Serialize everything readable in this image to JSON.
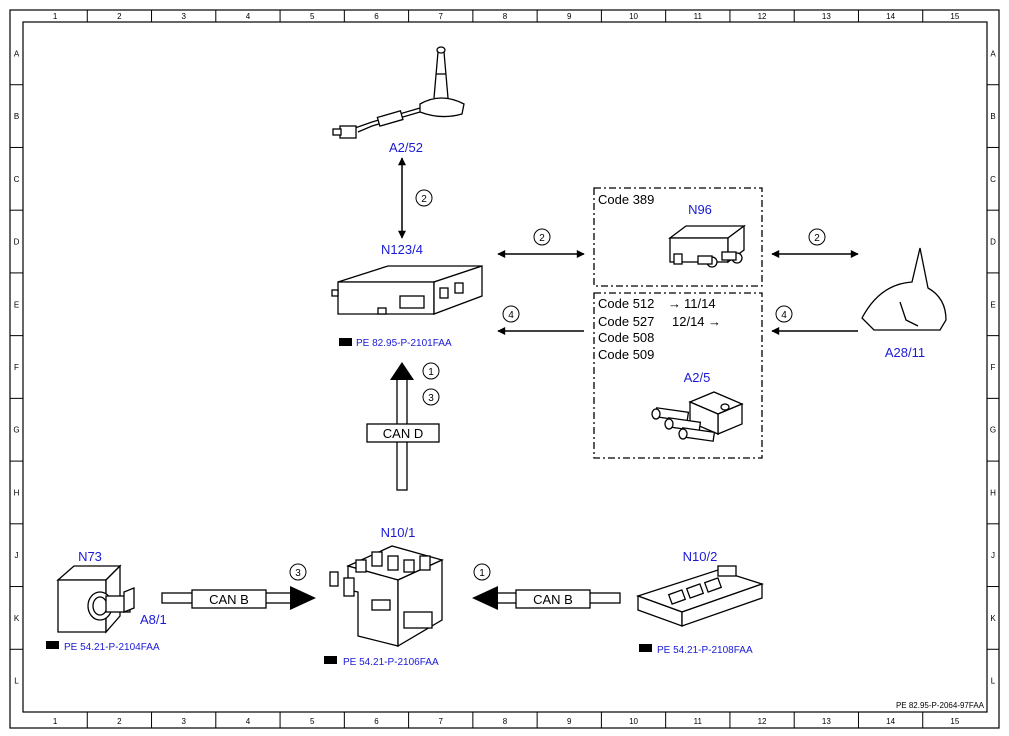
{
  "grid": {
    "columns": [
      "1",
      "2",
      "3",
      "4",
      "5",
      "6",
      "7",
      "8",
      "9",
      "10",
      "11",
      "12",
      "13",
      "14",
      "15"
    ],
    "rows": [
      "A",
      "B",
      "C",
      "D",
      "E",
      "F",
      "G",
      "H",
      "J",
      "K",
      "L"
    ]
  },
  "components": {
    "a2_52": "A2/52",
    "n123_4": "N123/4",
    "n96": "N96",
    "a2_5": "A2/5",
    "a28_11": "A28/11",
    "n10_1": "N10/1",
    "n73": "N73",
    "a8_1": "A8/1",
    "n10_2": "N10/2"
  },
  "references": {
    "n123_4": "PE 82.95-P-2101FAA",
    "a8_1": "PE 54.21-P-2104FAA",
    "n10_1": "PE 54.21-P-2106FAA",
    "n10_2": "PE 54.21-P-2108FAA"
  },
  "codes": {
    "box1": "Code 389",
    "box2_l1": "Code 512",
    "box2_l1_ref": "11/14",
    "box2_l2": "Code 527",
    "box2_l2_ref": "12/14",
    "box2_l3": "Code 508",
    "box2_l4": "Code 509"
  },
  "buses": {
    "can_d": "CAN D",
    "can_b_left": "CAN B",
    "can_b_right": "CAN B"
  },
  "badges": {
    "antenna_link": "2",
    "n123_n96": "2",
    "n96_a28": "2",
    "n123_a25": "4",
    "a25_a28": "4",
    "can_d_1": "1",
    "can_d_3": "3",
    "can_b_left": "3",
    "can_b_right": "1"
  },
  "footer": "PE 82.95-P-2064-97FAA"
}
